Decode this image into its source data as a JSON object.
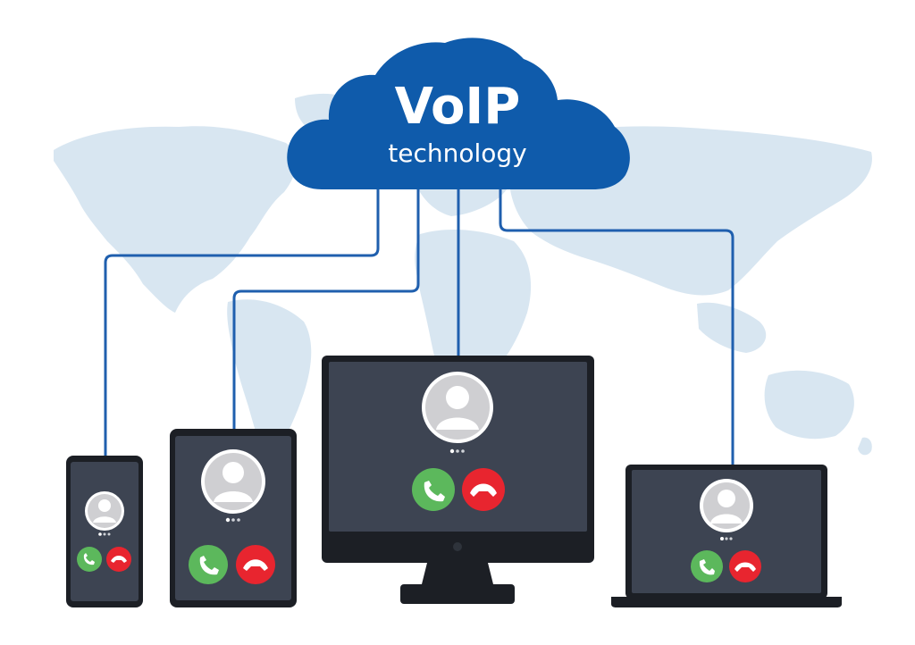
{
  "cloud": {
    "title": "VoIP",
    "subtitle": "technology"
  },
  "devices": [
    {
      "name": "smartphone",
      "call_icons": [
        "accept-call-icon",
        "decline-call-icon"
      ]
    },
    {
      "name": "tablet",
      "call_icons": [
        "accept-call-icon",
        "decline-call-icon"
      ]
    },
    {
      "name": "desktop-monitor",
      "call_icons": [
        "accept-call-icon",
        "decline-call-icon"
      ]
    },
    {
      "name": "laptop",
      "call_icons": [
        "accept-call-icon",
        "decline-call-icon"
      ]
    }
  ],
  "colors": {
    "cloud": "#0f5bab",
    "connector": "#1f5fae",
    "map": "#d8e6f1",
    "screen": "#3d4452",
    "frame": "#1c1f25",
    "accept": "#5cb85c",
    "decline": "#e8252f",
    "avatar_bg": "#ffffff",
    "avatar_fg": "#cfcfd2"
  }
}
